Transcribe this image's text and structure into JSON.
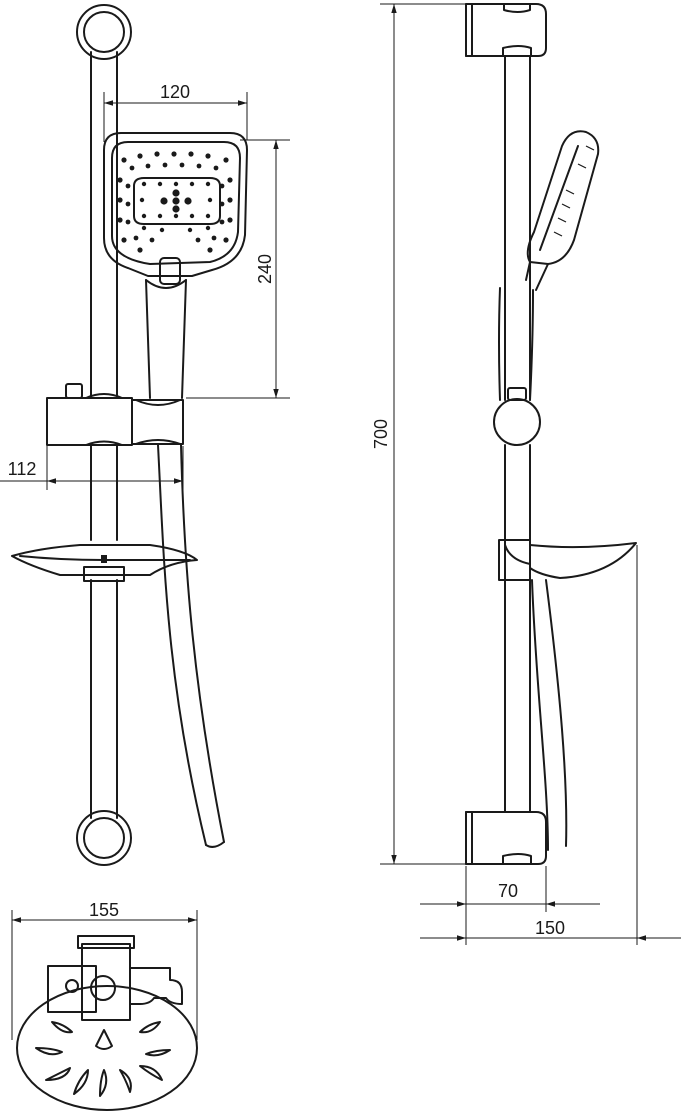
{
  "dimensions": {
    "head_width": "120",
    "head_height": "240",
    "offset": "112",
    "rail_height": "700",
    "wall_depth": "70",
    "dish_depth": "150",
    "dish_width": "155"
  }
}
